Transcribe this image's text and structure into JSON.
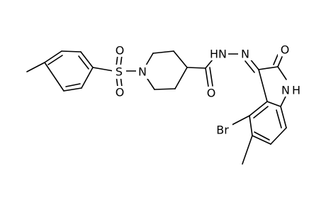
{
  "molecule": {
    "atoms": {
      "S": "S",
      "O_sulfonyl_top": "O",
      "O_sulfonyl_bottom": "O",
      "N_piperidine": "N",
      "O_amide": "O",
      "NH_hydrazide": "HN",
      "N_hydrazone": "N",
      "O_oxindole": "O",
      "NH_indole": "H",
      "N_indole": "N",
      "Br": "Br"
    },
    "colors": {
      "bond": "#000000",
      "text": "#000000",
      "background": "#ffffff"
    }
  }
}
